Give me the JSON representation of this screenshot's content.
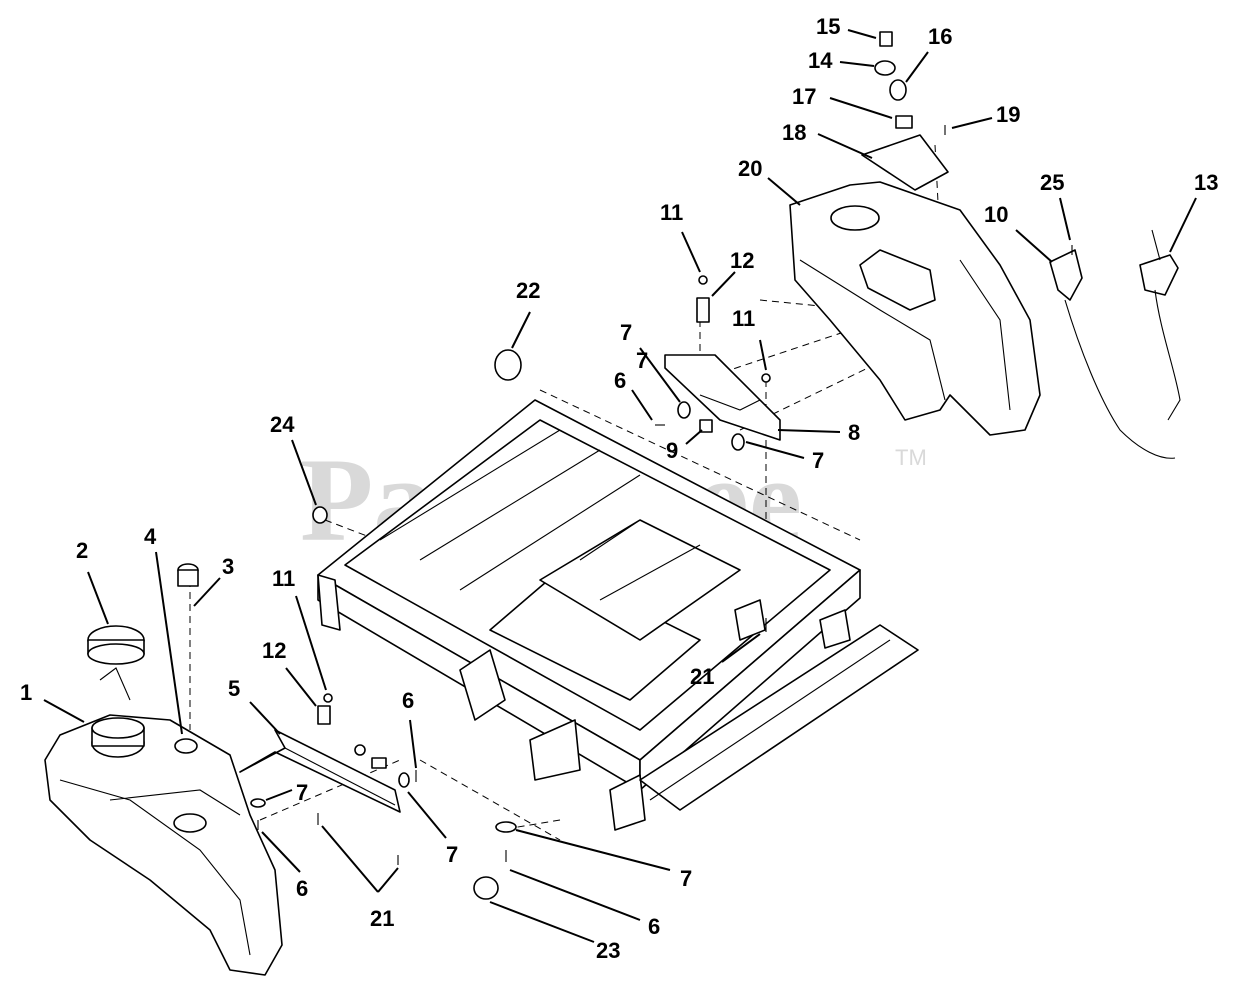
{
  "watermark": {
    "text": "PartsTree",
    "tm": "TM"
  },
  "callouts": [
    {
      "id": "c15",
      "text": "15"
    },
    {
      "id": "c16",
      "text": "16"
    },
    {
      "id": "c14",
      "text": "14"
    },
    {
      "id": "c17",
      "text": "17"
    },
    {
      "id": "c19",
      "text": "19"
    },
    {
      "id": "c18",
      "text": "18"
    },
    {
      "id": "c20",
      "text": "20"
    },
    {
      "id": "c25",
      "text": "25"
    },
    {
      "id": "c13",
      "text": "13"
    },
    {
      "id": "c10",
      "text": "10"
    },
    {
      "id": "c11a",
      "text": "11"
    },
    {
      "id": "c12a",
      "text": "12"
    },
    {
      "id": "c22",
      "text": "22"
    },
    {
      "id": "c11b",
      "text": "11"
    },
    {
      "id": "c7a",
      "text": "7"
    },
    {
      "id": "c7b",
      "text": "7"
    },
    {
      "id": "c6a",
      "text": "6"
    },
    {
      "id": "c8",
      "text": "8"
    },
    {
      "id": "c9",
      "text": "9"
    },
    {
      "id": "c7c",
      "text": "7"
    },
    {
      "id": "c24",
      "text": "24"
    },
    {
      "id": "c2",
      "text": "2"
    },
    {
      "id": "c4",
      "text": "4"
    },
    {
      "id": "c3",
      "text": "3"
    },
    {
      "id": "c11c",
      "text": "11"
    },
    {
      "id": "c12b",
      "text": "12"
    },
    {
      "id": "c1",
      "text": "1"
    },
    {
      "id": "c5",
      "text": "5"
    },
    {
      "id": "c6b",
      "text": "6"
    },
    {
      "id": "c21a",
      "text": "21"
    },
    {
      "id": "c7d",
      "text": "7"
    },
    {
      "id": "c7e",
      "text": "7"
    },
    {
      "id": "c6c",
      "text": "6"
    },
    {
      "id": "c21b",
      "text": "21"
    },
    {
      "id": "c7f",
      "text": "7"
    },
    {
      "id": "c6d",
      "text": "6"
    },
    {
      "id": "c23",
      "text": "23"
    }
  ]
}
